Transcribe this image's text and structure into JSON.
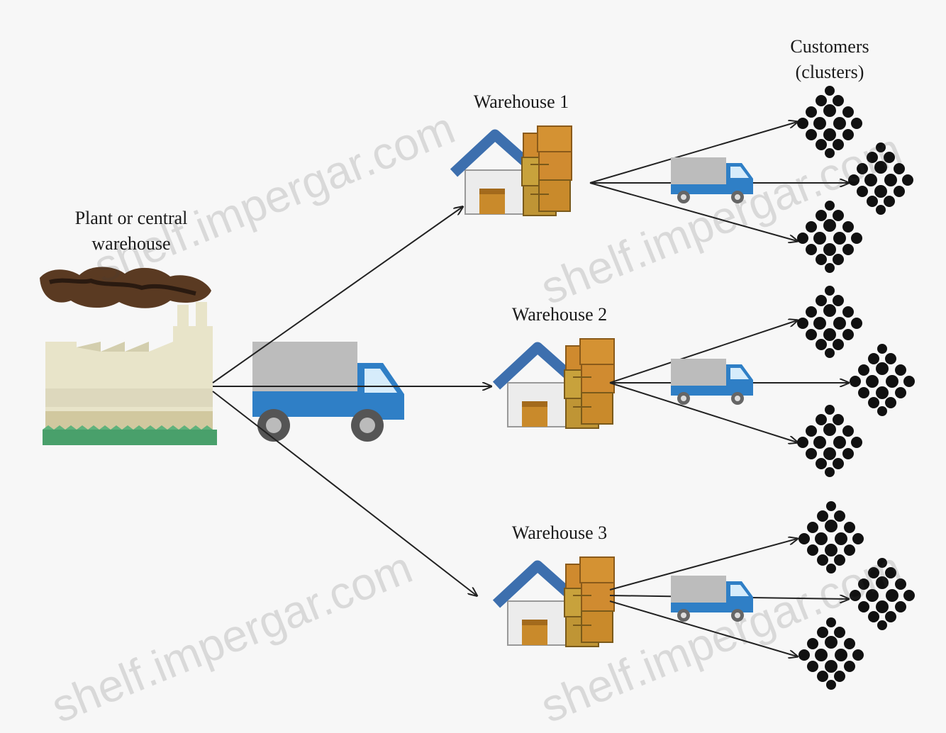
{
  "labels": {
    "plant": "Plant or central warehouse",
    "warehouse_1": "Warehouse 1",
    "warehouse_2": "Warehouse 2",
    "warehouse_3": "Warehouse 3",
    "customers": "Customers (clusters)"
  },
  "watermark": "shelf.impergar.com",
  "colors": {
    "truck_blue": "#2f7fc6",
    "truck_cargo": "#bcbcbc",
    "roof_blue": "#3d6fae",
    "box_orange": "#c98a2b",
    "factory_wall": "#e8e4c9",
    "smoke": "#5a3a22",
    "arrow": "#222222",
    "customer": "#111111"
  },
  "icons": [
    "factory-icon",
    "truck-icon",
    "warehouse-icon",
    "customer-cluster-icon"
  ]
}
